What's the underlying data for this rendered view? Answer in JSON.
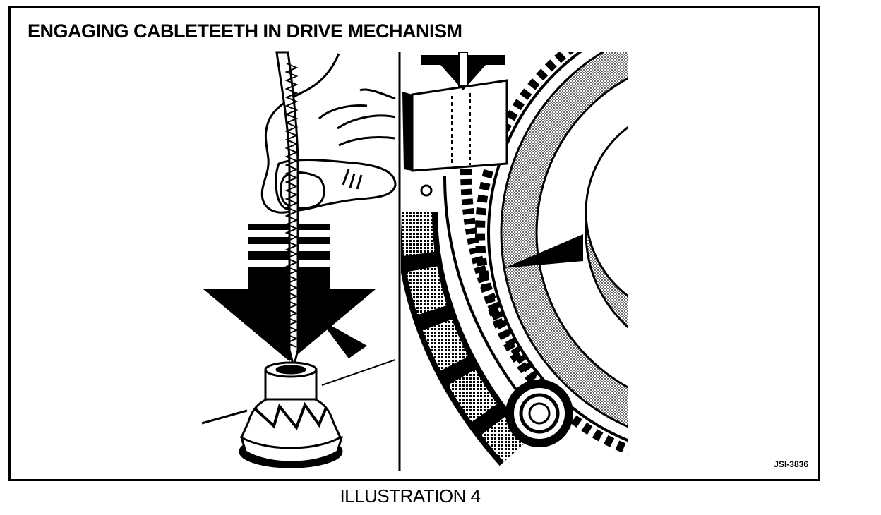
{
  "figure": {
    "title": "ENGAGING CABLETEETH IN DRIVE MECHANISM",
    "code": "JSI-3836",
    "caption": "ILLUSTRATION 4"
  }
}
